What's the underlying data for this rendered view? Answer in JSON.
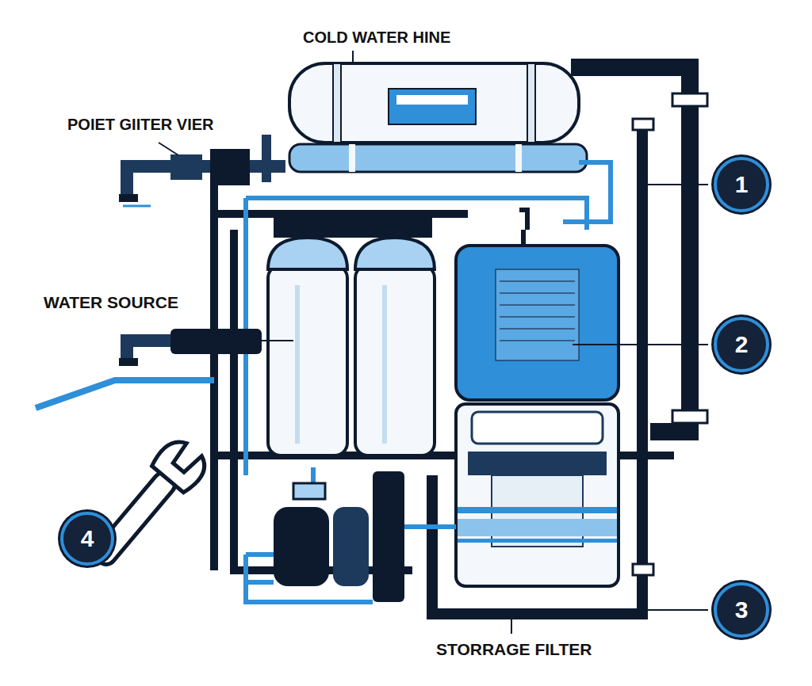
{
  "diagram": {
    "nodes": [
      {
        "text": [
          "1"
        ]
      },
      {
        "text": [
          "2"
        ]
      },
      {
        "text": [
          "4"
        ]
      },
      {
        "text": [
          "3"
        ]
      }
    ],
    "labels": [
      "COLD WATER HINE",
      "POIET GIITER VIER",
      "WATER SOURCE",
      "STORRAGE FILTER"
    ]
  }
}
